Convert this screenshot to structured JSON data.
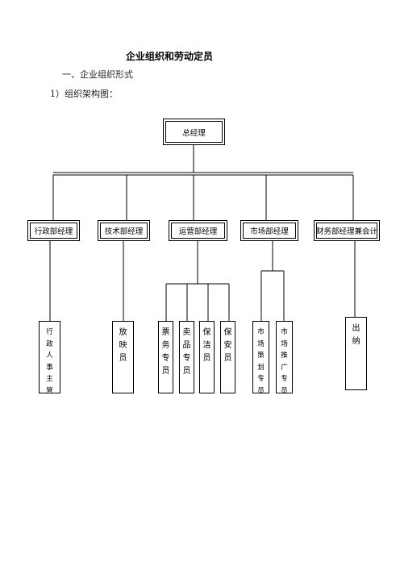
{
  "document": {
    "title": "企业组织和劳动定员",
    "section_heading": "一、企业组织形式",
    "subsection_heading": "1）组织架构图："
  },
  "org_chart": {
    "top": "总经理",
    "departments": [
      {
        "label": "行政部经理",
        "staff": [
          [
            "行",
            "政",
            "人",
            "事",
            "主",
            "管"
          ]
        ]
      },
      {
        "label": "技术部经理",
        "staff": [
          [
            "放",
            "映",
            "员"
          ]
        ]
      },
      {
        "label": "运营部经理",
        "staff": [
          [
            "票",
            "务",
            "专",
            "员"
          ],
          [
            "卖",
            "品",
            "专",
            "员"
          ],
          [
            "保",
            "洁",
            "员"
          ],
          [
            "保",
            "安",
            "员"
          ]
        ]
      },
      {
        "label": "市场部经理",
        "staff": [
          [
            "市",
            "场",
            "策",
            "划",
            "专",
            "员"
          ],
          [
            "市",
            "场",
            "推",
            "广",
            "专",
            "员"
          ]
        ]
      },
      {
        "label": "财务部经理兼会计",
        "staff": [
          [
            "出",
            "纳"
          ]
        ]
      }
    ]
  }
}
